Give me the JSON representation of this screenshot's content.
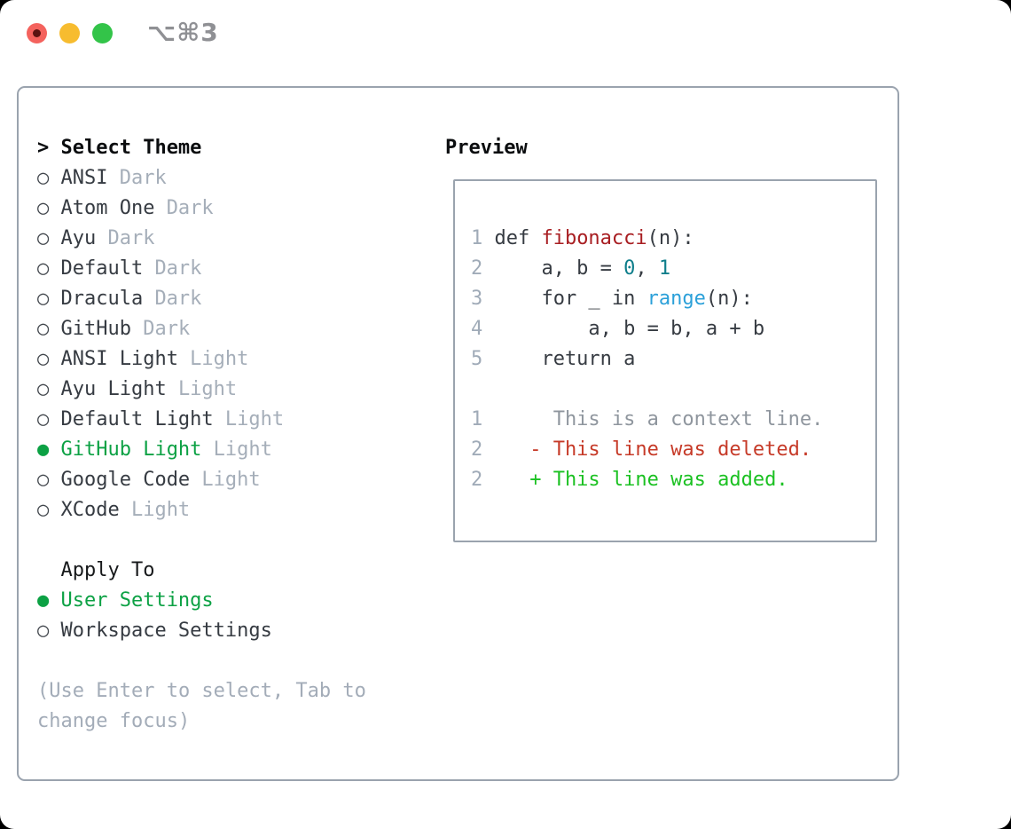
{
  "window": {
    "title": "⌥⌘3",
    "traffic_lights": [
      "close",
      "minimize",
      "zoom"
    ]
  },
  "colors": {
    "selected_green": "#0ca144",
    "added_green": "#1bc122",
    "deleted_red": "#c63a28",
    "function_red": "#a81e22",
    "number_teal": "#0e7e8b",
    "builtin_blue": "#2ba0d9",
    "muted_gray": "#a5aeb9",
    "text_dark": "#363b42",
    "border_gray": "#9aa3ae"
  },
  "theme_picker": {
    "prompt": ">",
    "header": "Select Theme",
    "themes": [
      {
        "bullet": "○",
        "name": "ANSI",
        "variant": "Dark",
        "selected": false
      },
      {
        "bullet": "○",
        "name": "Atom One",
        "variant": "Dark",
        "selected": false
      },
      {
        "bullet": "○",
        "name": "Ayu",
        "variant": "Dark",
        "selected": false
      },
      {
        "bullet": "○",
        "name": "Default",
        "variant": "Dark",
        "selected": false
      },
      {
        "bullet": "○",
        "name": "Dracula",
        "variant": "Dark",
        "selected": false
      },
      {
        "bullet": "○",
        "name": "GitHub",
        "variant": "Dark",
        "selected": false
      },
      {
        "bullet": "○",
        "name": "ANSI Light",
        "variant": "Light",
        "selected": false
      },
      {
        "bullet": "○",
        "name": "Ayu Light",
        "variant": "Light",
        "selected": false
      },
      {
        "bullet": "○",
        "name": "Default Light",
        "variant": "Light",
        "selected": false
      },
      {
        "bullet": "●",
        "name": "GitHub Light",
        "variant": "Light",
        "selected": true
      },
      {
        "bullet": "○",
        "name": "Google Code",
        "variant": "Light",
        "selected": false
      },
      {
        "bullet": "○",
        "name": "XCode",
        "variant": "Light",
        "selected": false
      }
    ],
    "apply_to": {
      "header": "Apply To",
      "options": [
        {
          "bullet": "●",
          "label": "User Settings",
          "selected": true
        },
        {
          "bullet": "○",
          "label": "Workspace Settings",
          "selected": false
        }
      ]
    },
    "hint": "(Use Enter to select, Tab to change focus)"
  },
  "preview": {
    "header": "Preview",
    "code": [
      {
        "num": "1",
        "tokens": [
          {
            "t": "def ",
            "c": "plain"
          },
          {
            "t": "fibonacci",
            "c": "func"
          },
          {
            "t": "(n):",
            "c": "plain"
          }
        ]
      },
      {
        "num": "2",
        "tokens": [
          {
            "t": "    a, b = ",
            "c": "plain"
          },
          {
            "t": "0",
            "c": "num"
          },
          {
            "t": ", ",
            "c": "plain"
          },
          {
            "t": "1",
            "c": "num"
          }
        ]
      },
      {
        "num": "3",
        "tokens": [
          {
            "t": "    for _ in ",
            "c": "plain"
          },
          {
            "t": "range",
            "c": "builtin"
          },
          {
            "t": "(n):",
            "c": "plain"
          }
        ]
      },
      {
        "num": "4",
        "tokens": [
          {
            "t": "        a, b = b, a + b",
            "c": "plain"
          }
        ]
      },
      {
        "num": "5",
        "tokens": [
          {
            "t": "    return a",
            "c": "plain"
          }
        ]
      }
    ],
    "diff": [
      {
        "num": "1",
        "text": "     This is a context line.",
        "kind": "context"
      },
      {
        "num": "2",
        "text": "   - This line was deleted.",
        "kind": "deleted"
      },
      {
        "num": "2",
        "text": "   + This line was added.",
        "kind": "added"
      }
    ]
  }
}
